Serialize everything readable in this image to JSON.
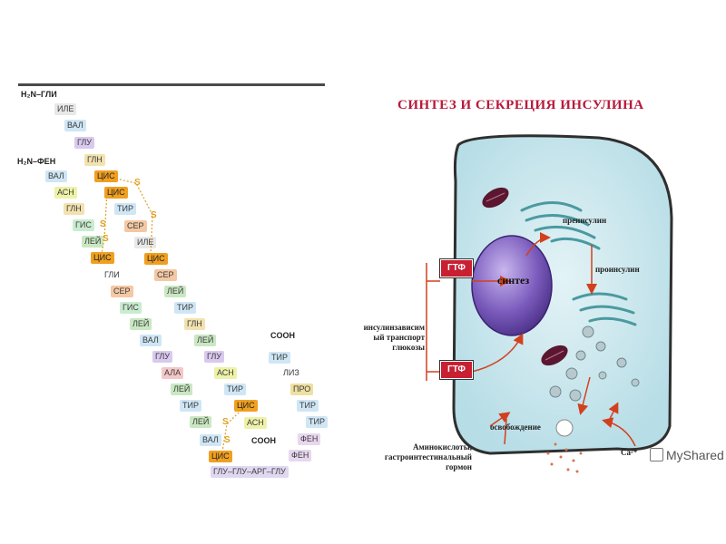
{
  "left_chain": {
    "n_term_a": "H₂N–ГЛИ",
    "n_term_b": "H₂N–ФЕН",
    "c_term_a": "COOH",
    "c_term_b": "COOH",
    "disulfide": "S"
  },
  "chain_a": [
    "ИЛЕ",
    "ВАЛ",
    "ГЛУ",
    "ГЛН",
    "ЦИС",
    "ЦИС",
    "ТИР",
    "СЕР",
    "ИЛЕ",
    "ЦИС",
    "СЕР",
    "ЛЕЙ",
    "ТИР",
    "ГЛН",
    "ЛЕЙ",
    "ГЛУ",
    "АСН",
    "ТИР",
    "ЦИС",
    "АСН"
  ],
  "chain_b": [
    "ВАЛ",
    "АСН",
    "ГЛН",
    "ГИС",
    "ЛЕЙ",
    "ЦИС",
    "ГЛИ",
    "СЕР",
    "ГИС",
    "ЛЕЙ",
    "ВАЛ",
    "ГЛУ",
    "АЛА",
    "ЛЕЙ",
    "ТИР",
    "ЛЕЙ",
    "ВАЛ",
    "ЦИС",
    "ГЛУ–ГЛУ–АРГ–ГЛУ"
  ],
  "chain_c": [
    "ТИР",
    "ЛИЗ",
    "ПРО",
    "ТИР",
    "ТИР",
    "ФЕН",
    "ФЕН"
  ],
  "diagram": {
    "title": "СИНТЕЗ И СЕКРЕЦИЯ ИНСУЛИНА",
    "preinsulin": "преинсулин",
    "proinsulin": "проинсулин",
    "synthesis": "синтез",
    "gtf_top": "ГТФ",
    "gtf_bottom": "ГТФ",
    "transport_1": "инсулинзависим",
    "transport_2": "ый транспорт",
    "transport_3": "глюкозы",
    "release": "освобождение",
    "aa_1": "Аминокислоты,",
    "aa_2": "гастроинтестинальный",
    "aa_3": "гормон",
    "ca": "Ca²⁺"
  },
  "watermark": "MyShared",
  "colors": {
    "title": "#b8183a",
    "gtf": "#c82032",
    "cell_fill": "#cfeaf0",
    "nucleus": "#6a4fa8",
    "arrow": "#d2401e"
  }
}
